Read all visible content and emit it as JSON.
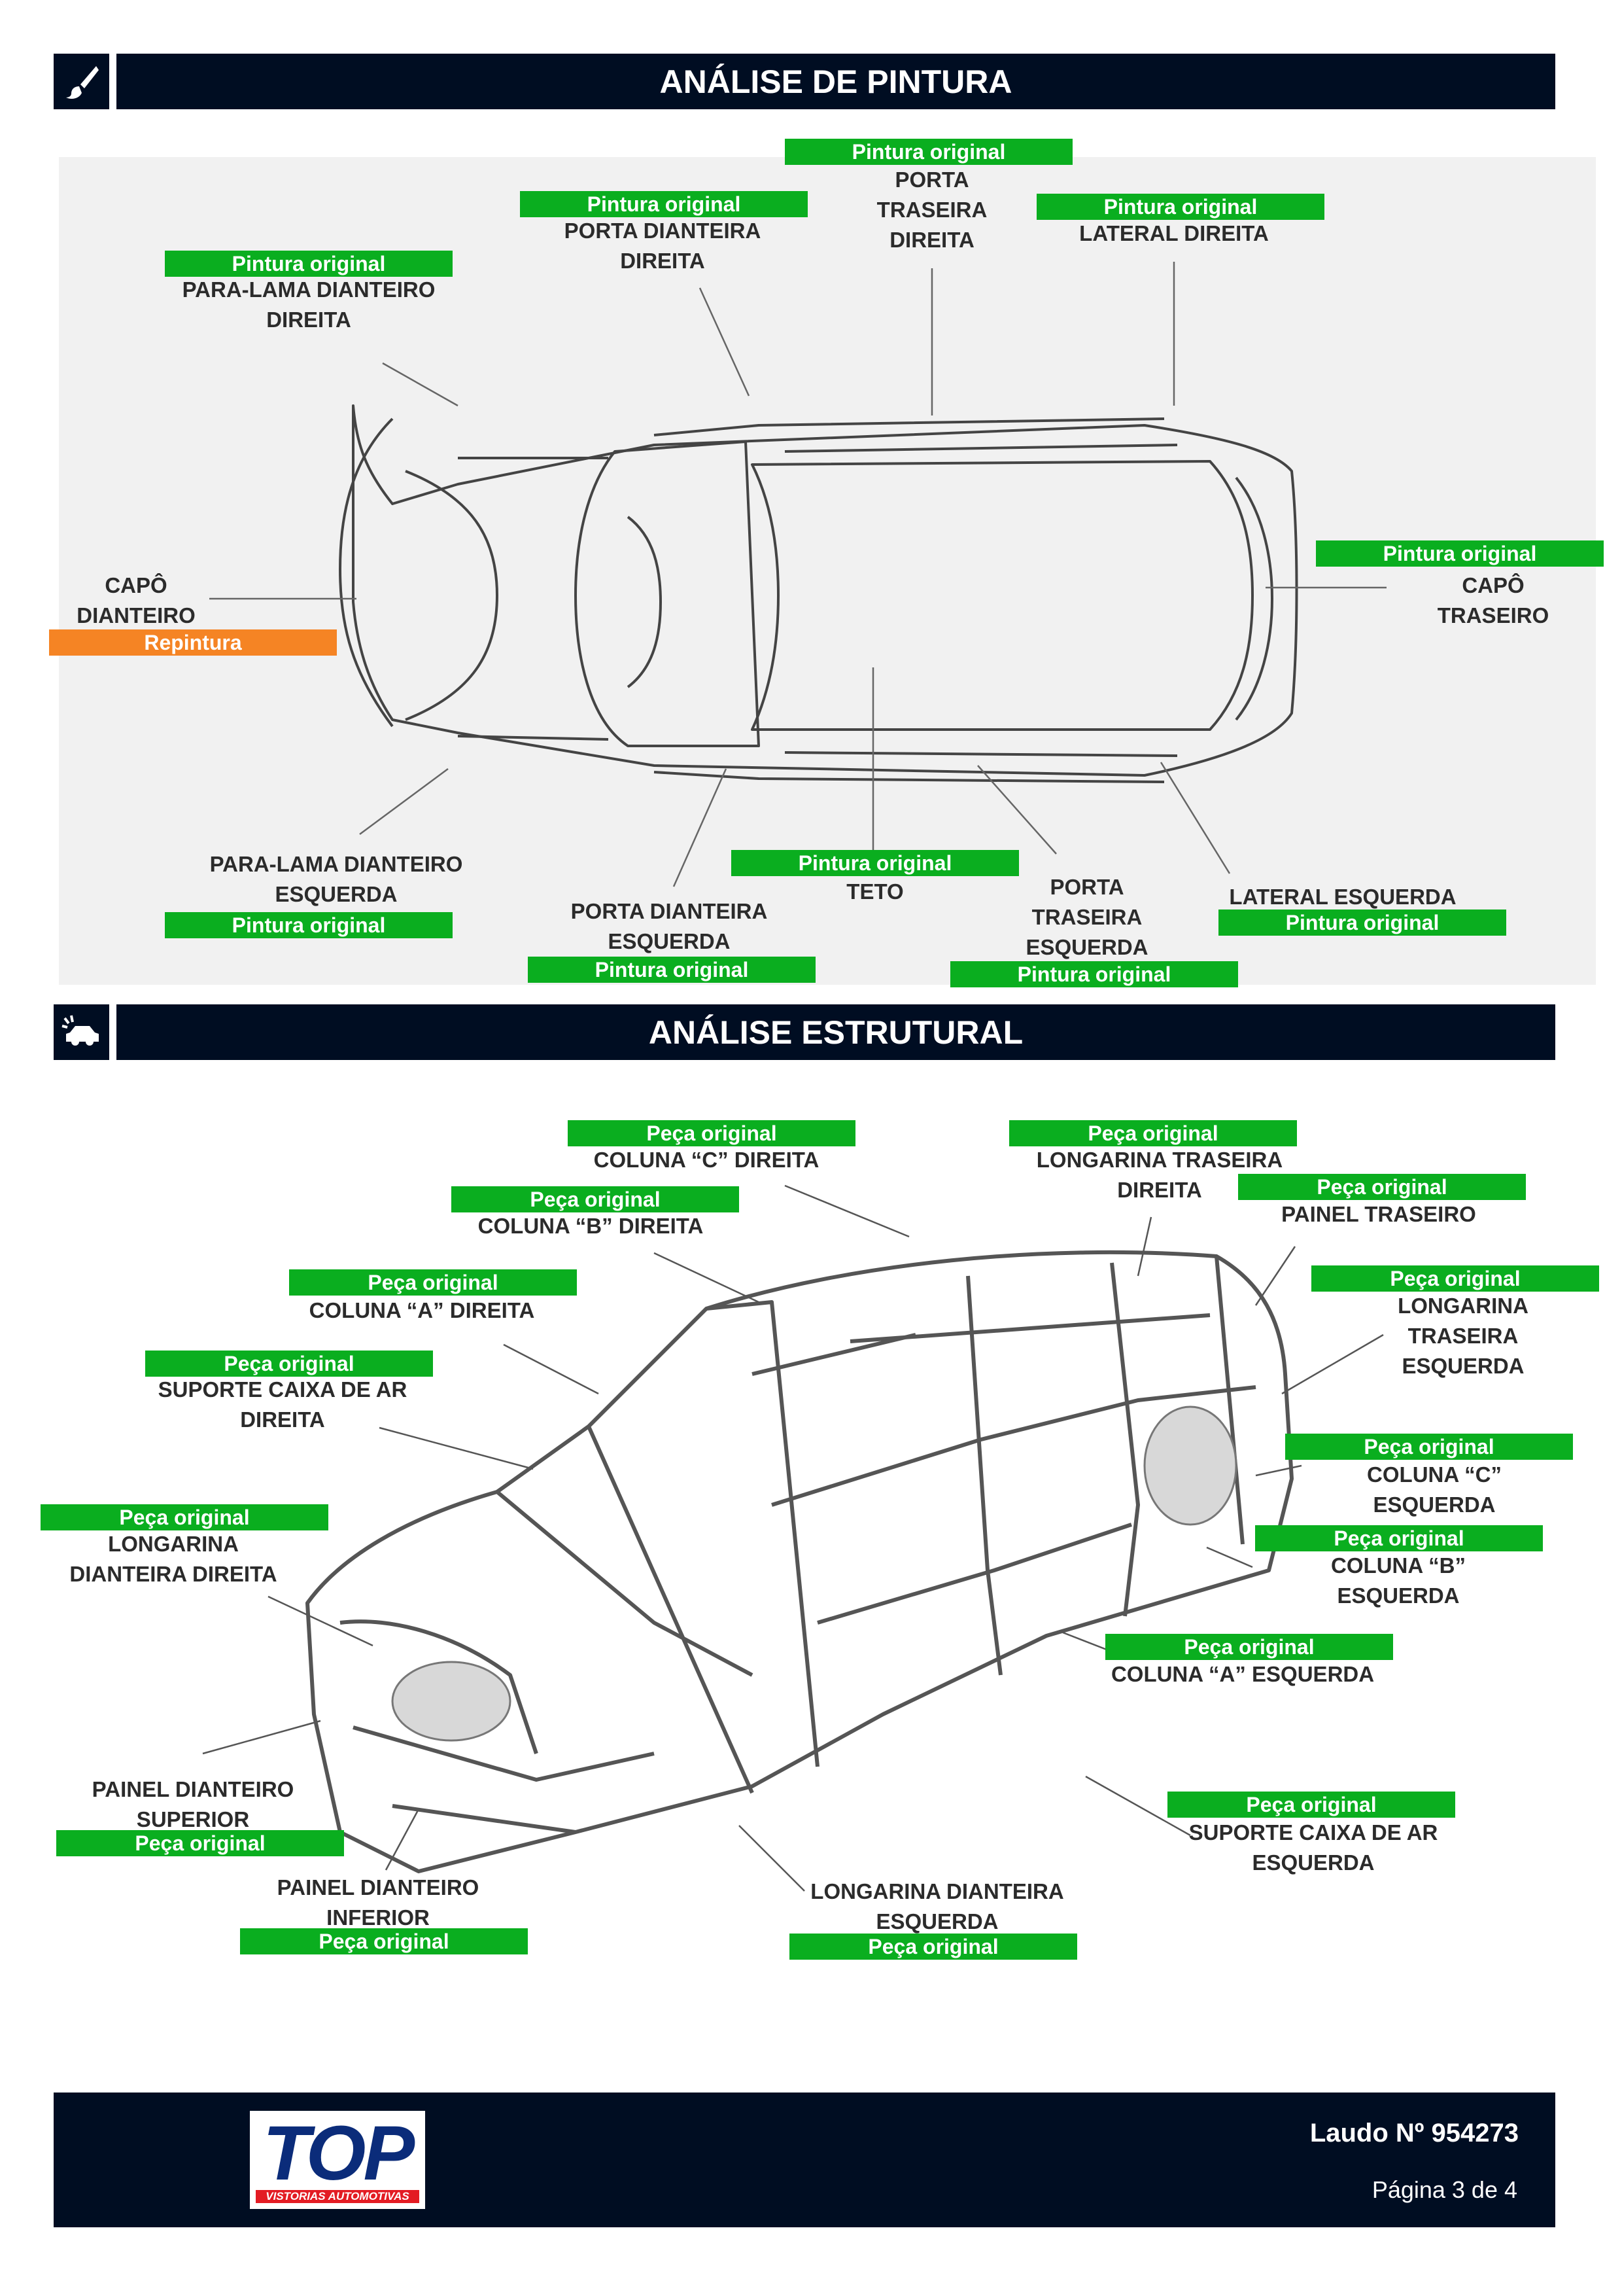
{
  "paint_section": {
    "title": "ANÁLISE DE PINTURA",
    "icon": "paintbrush-icon",
    "items": [
      {
        "id": "porta-traseira-direita",
        "label": "PORTA\nTRASEIRA\nDIREITA",
        "status": "Pintura original"
      },
      {
        "id": "porta-dianteira-direita",
        "label": "PORTA DIANTEIRA\nDIREITA",
        "status": "Pintura original"
      },
      {
        "id": "lateral-direita",
        "label": "LATERAL DIREITA",
        "status": "Pintura original"
      },
      {
        "id": "para-lama-dianteiro-direita",
        "label": "PARA-LAMA DIANTEIRO\nDIREITA",
        "status": "Pintura original"
      },
      {
        "id": "capo-dianteiro",
        "label": "CAPÔ\nDIANTEIRO",
        "status": "Repintura"
      },
      {
        "id": "capo-traseiro",
        "label": "CAPÔ TRASEIRO",
        "status": "Pintura original"
      },
      {
        "id": "para-lama-dianteiro-esquerda",
        "label": "PARA-LAMA DIANTEIRO\nESQUERDA",
        "status": "Pintura original"
      },
      {
        "id": "teto",
        "label": "TETO",
        "status": "Pintura original"
      },
      {
        "id": "porta-dianteira-esquerda",
        "label": "PORTA DIANTEIRA\nESQUERDA",
        "status": "Pintura original"
      },
      {
        "id": "porta-traseira-esquerda",
        "label": "PORTA\nTRASEIRA\nESQUERDA",
        "status": "Pintura original"
      },
      {
        "id": "lateral-esquerda",
        "label": "LATERAL ESQUERDA",
        "status": "Pintura original"
      }
    ]
  },
  "structural_section": {
    "title": "ANÁLISE ESTRUTURAL",
    "icon": "car-crash-icon",
    "items": [
      {
        "id": "coluna-c-direita",
        "label": "COLUNA “C” DIREITA",
        "status": "Peça original"
      },
      {
        "id": "longarina-traseira-direita",
        "label": "LONGARINA TRASEIRA\nDIREITA",
        "status": "Peça original"
      },
      {
        "id": "coluna-b-direita",
        "label": "COLUNA “B” DIREITA",
        "status": "Peça original"
      },
      {
        "id": "painel-traseiro",
        "label": "PAINEL TRASEIRO",
        "status": "Peça original"
      },
      {
        "id": "coluna-a-direita",
        "label": "COLUNA “A” DIREITA",
        "status": "Peça original"
      },
      {
        "id": "longarina-traseira-esquerda",
        "label": "LONGARINA TRASEIRA\nESQUERDA",
        "status": "Peça original"
      },
      {
        "id": "suporte-caixa-ar-direita",
        "label": "SUPORTE CAIXA DE AR\nDIREITA",
        "status": "Peça original"
      },
      {
        "id": "coluna-c-esquerda",
        "label": "COLUNA “C” ESQUERDA",
        "status": "Peça original"
      },
      {
        "id": "longarina-dianteira-direita",
        "label": "LONGARINA\nDIANTEIRA DIREITA",
        "status": "Peça original"
      },
      {
        "id": "coluna-b-esquerda",
        "label": "COLUNA “B” ESQUERDA",
        "status": "Peça original"
      },
      {
        "id": "coluna-a-esquerda",
        "label": "COLUNA “A” ESQUERDA",
        "status": "Peça original"
      },
      {
        "id": "painel-dianteiro-superior",
        "label": "PAINEL DIANTEIRO\nSUPERIOR",
        "status": "Peça original"
      },
      {
        "id": "suporte-caixa-ar-esquerda",
        "label": "SUPORTE CAIXA DE AR\nESQUERDA",
        "status": "Peça original"
      },
      {
        "id": "painel-dianteiro-inferior",
        "label": "PAINEL DIANTEIRO\nINFERIOR",
        "status": "Peça original"
      },
      {
        "id": "longarina-dianteira-esquerda",
        "label": "LONGARINA DIANTEIRA\nESQUERDA",
        "status": "Peça original"
      }
    ]
  },
  "footer": {
    "logo_text": "TOP",
    "logo_subtitle": "VISTORIAS AUTOMOTIVAS",
    "report_number": "Laudo Nº 954273",
    "page": "Página 3 de 4"
  },
  "colors": {
    "header_bg": "#000d22",
    "original": "#0aae1f",
    "repaint": "#f58424",
    "panel_bg": "#f1f1f1"
  }
}
